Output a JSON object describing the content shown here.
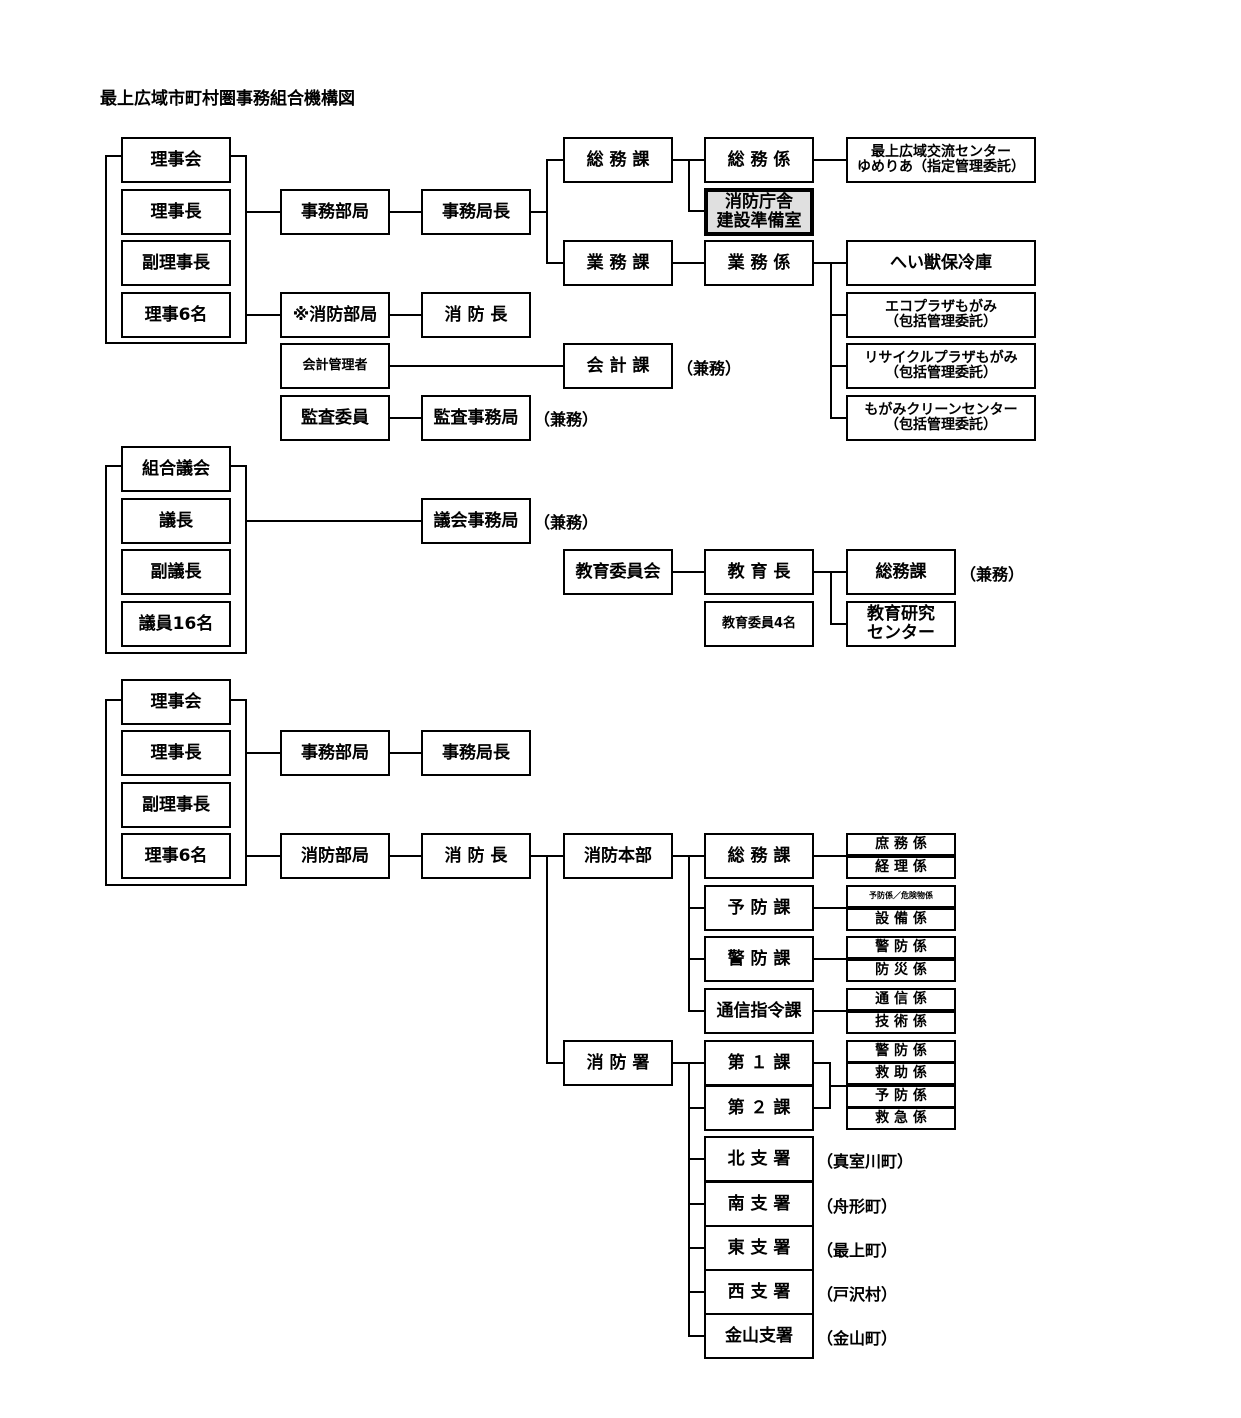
{
  "title": "最上広域市町村圏事務組合機構図",
  "sec1": {
    "council_group": [
      "理事会",
      "理事長",
      "副理事長",
      "理事6名"
    ],
    "jimu_bukyoku": "事務部局",
    "jimu_kyokucho": "事務局長",
    "somu_ka": "総 務 課",
    "somu_kakari": "総 務 係",
    "yumeria": "最上広域交流センター\nゆめりあ（指定管理委託）",
    "shobo_junbi": "消防庁舎\n建設準備室",
    "gyomu_ka": "業 務 課",
    "gyomu_kakari": "業 務 係",
    "heiju": "へい獣保冷庫",
    "eco": "エコプラザもがみ\n（包括管理委託）",
    "recycle": "リサイクルプラザもがみ\n（包括管理委託）",
    "clean": "もがみクリーンセンター\n（包括管理委託）",
    "shobo_bukyoku_note": "※消防部局",
    "shobo_cho": "消 防 長",
    "kaikei_kanrisha": "会計管理者",
    "kaikei_ka": "会 計 課",
    "kaikei_note": "（兼務）",
    "kansa_iin": "監査委員",
    "kansa_jimukyoku": "監査事務局",
    "kansa_note": "（兼務）"
  },
  "sec2": {
    "assembly_group": [
      "組合議会",
      "議長",
      "副議長",
      "議員16名"
    ],
    "gikai_jimukyoku": "議会事務局",
    "gikai_note": "（兼務）",
    "kyoiku_iinkai": "教育委員会",
    "kyoikucho": "教 育 長",
    "kyoiku_iin": "教育委員4名",
    "k_somu": "総務課",
    "k_somu_note": "（兼務）",
    "kenkyu": "教育研究\nセンター"
  },
  "sec3": {
    "council_group": [
      "理事会",
      "理事長",
      "副理事長",
      "理事6名"
    ],
    "jimu_bukyoku": "事務部局",
    "jimu_kyokucho": "事務局長",
    "shobo_bukyoku": "消防部局",
    "shobo_cho": "消 防 長",
    "honbu": "消防本部",
    "somu_ka": "総 務 課",
    "shomu": "庶 務 係",
    "keiri": "経 理 係",
    "yobo_ka": "予 防 課",
    "yobo_kikenbutsu": "予防係／危険物係",
    "setsubi": "設 備 係",
    "keibo_ka": "警 防 課",
    "keibo_kakari": "警 防 係",
    "bosai": "防 災 係",
    "tsushin_shirei": "通信指令課",
    "tsushin_kakari": "通 信 係",
    "gijutsu": "技 術 係",
    "shoboshu": "消 防 署",
    "dai1": "第 １ 課",
    "dai2": "第 ２ 課",
    "s_keibo": "警 防 係",
    "kyujo": "救 助 係",
    "s_yobo": "予 防 係",
    "kyukyu": "救 急 係",
    "branches": [
      {
        "name": "北 支 署",
        "note": "（真室川町）"
      },
      {
        "name": "南 支 署",
        "note": "（舟形町）"
      },
      {
        "name": "東 支 署",
        "note": "（最上町）"
      },
      {
        "name": "西 支 署",
        "note": "（戸沢村）"
      },
      {
        "name": "金山支署",
        "note": "（金山町）"
      }
    ]
  }
}
